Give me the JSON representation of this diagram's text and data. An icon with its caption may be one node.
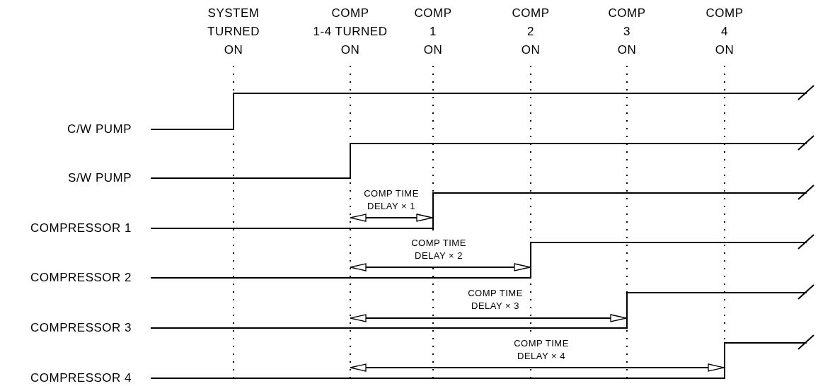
{
  "diagram": {
    "labels": [
      "SYSTEM TURNED ON",
      "COMP 1-4 TURNED ON",
      "COMP 1 ON",
      "COMP 2 ON",
      "COMP 3 ON",
      "COMP 4 ON",
      "C/W PUMP",
      "S/W PUMP",
      "COMP TIME DELAY × 1",
      "COMPRESSOR 1",
      "COMP TIME DELAY × 2",
      "COMPRESSOR 2",
      "COMP TIME DELAY × 3",
      "COMPRESSOR 3",
      "COMP TIME DELAY × 4",
      "COMPRESSOR 4"
    ]
  }
}
